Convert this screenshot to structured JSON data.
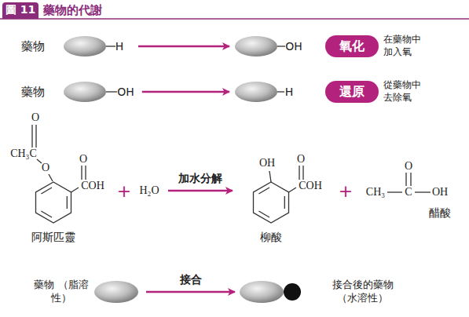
{
  "diagram": {
    "title": "藥物的代謝",
    "nodes": [
      {
        "text": [
          "圖 11"
        ]
      },
      {
        "text": [
          "藥物",
          "H"
        ]
      },
      {
        "text": [
          "OH"
        ]
      },
      {
        "text": [
          "氧化"
        ]
      },
      {
        "text": [
          "藥物",
          "OH"
        ]
      },
      {
        "text": [
          "H"
        ]
      },
      {
        "text": [
          "還原"
        ]
      },
      {
        "text": [
          "O",
          "CH₃C",
          "O",
          "O",
          "COH",
          "阿斯匹靈"
        ]
      },
      {
        "text": [
          "OH",
          "O",
          "COH",
          "柳酸"
        ]
      },
      {
        "text": [
          "O",
          "CH₃",
          "C",
          "OH",
          "醋酸"
        ]
      },
      {
        "text": [
          "藥物 （脂溶性）"
        ]
      },
      {
        "text": [
          "接合後的藥物 （水溶性）"
        ]
      }
    ],
    "edges": [
      {
        "from": 1,
        "to": 2,
        "arrow": "to"
      },
      {
        "from": 4,
        "to": 5,
        "arrow": "to"
      },
      {
        "from": 7,
        "to": 8,
        "label": "加水分解",
        "arrow": "to"
      },
      {
        "from": 10,
        "to": 11,
        "label": "接合",
        "arrow": "to"
      }
    ],
    "labels": [
      "在藥物中 加入氧",
      "從藥物中 去除氧",
      "+",
      "H₂O",
      "+"
    ]
  }
}
